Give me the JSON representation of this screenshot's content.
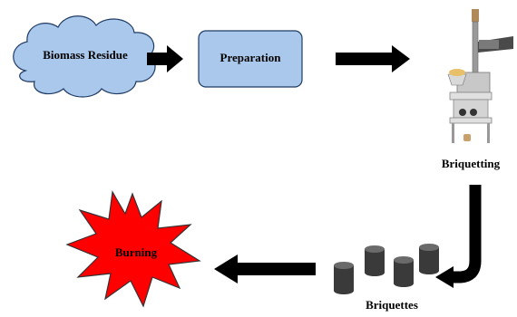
{
  "diagram": {
    "nodes": {
      "biomass_residue": "Biomass Residue",
      "preparation": "Preparation",
      "briquetting": "Briquetting",
      "briquettes": "Briquettes",
      "burning": "Burning"
    },
    "colors": {
      "cloud_fill": "#a9c8ec",
      "cloud_stroke": "#1f3b63",
      "box_fill": "#a9c8ec",
      "box_stroke": "#1f3b63",
      "burst_fill": "#ff0000",
      "burst_stroke": "#333333",
      "arrow": "#000000",
      "briquette": "#3a3a3a"
    },
    "flow": [
      "biomass_residue -> preparation",
      "preparation -> briquetting",
      "briquetting -> briquettes",
      "briquettes -> burning"
    ]
  }
}
